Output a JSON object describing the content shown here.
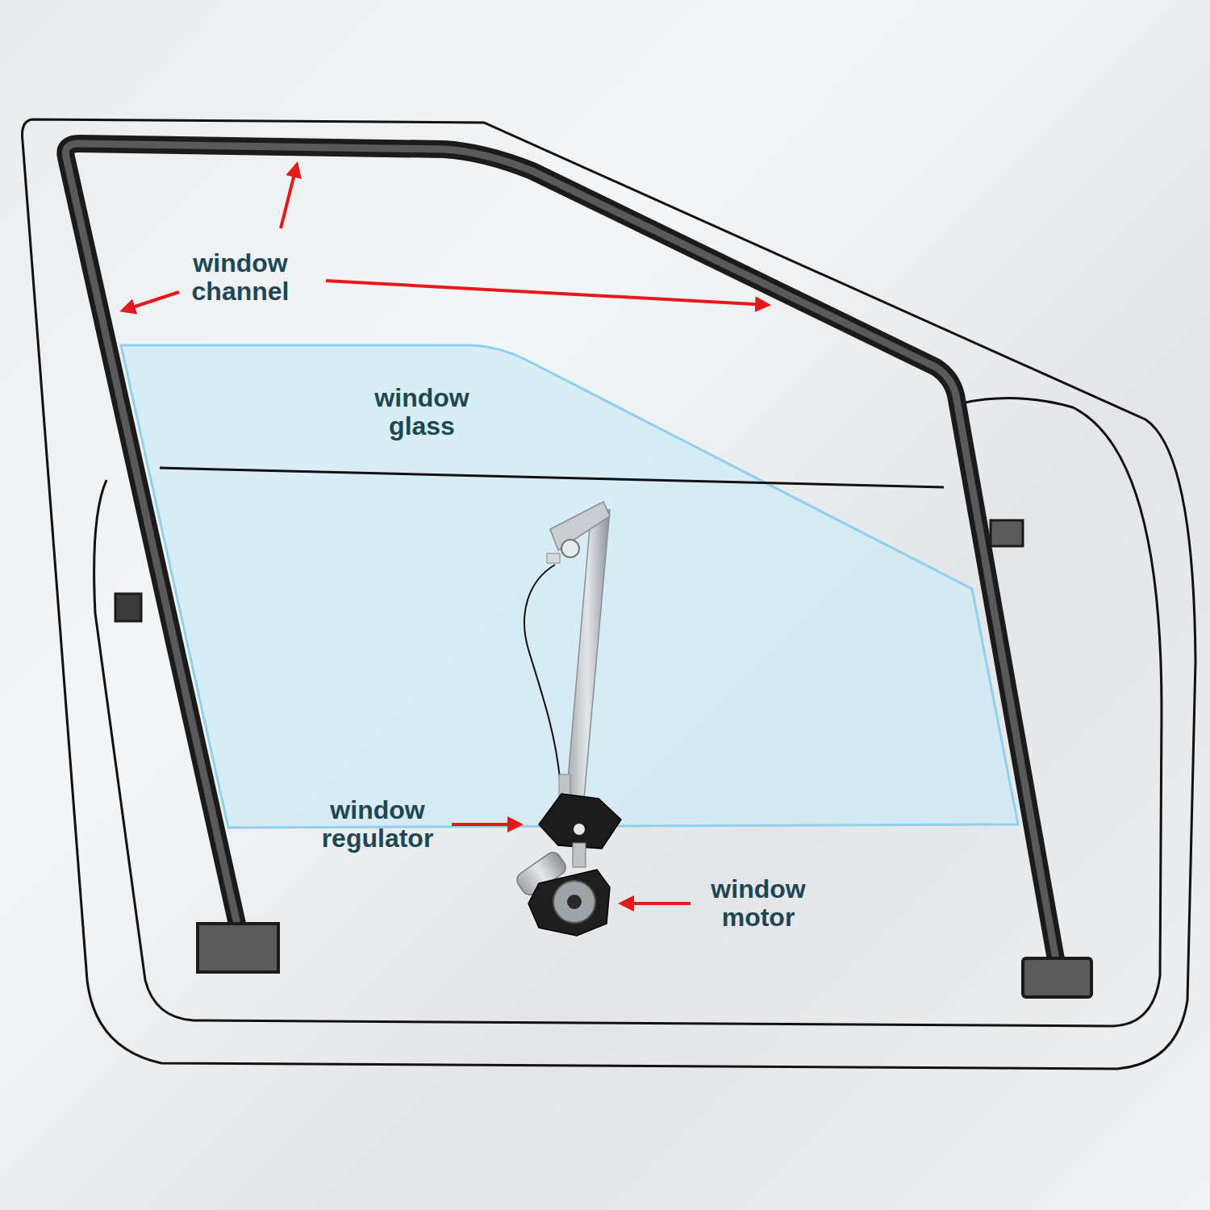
{
  "diagram": {
    "labels": [
      "window channel",
      "window glass",
      "window regulator",
      "window motor"
    ]
  }
}
